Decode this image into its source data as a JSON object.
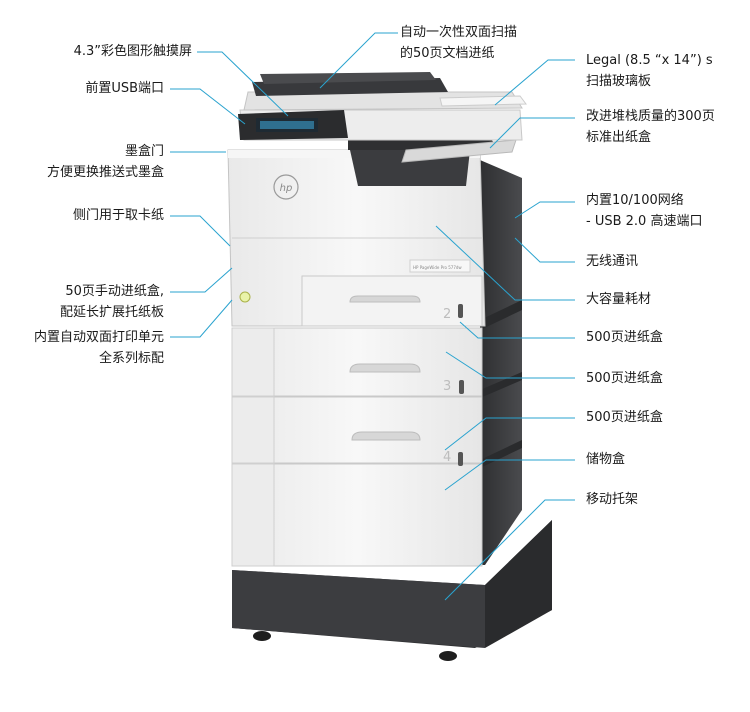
{
  "figure": {
    "model_text": "HP PageWide Pro 577dw",
    "tray_numbers": [
      "2",
      "3",
      "4"
    ]
  },
  "callouts_left": [
    {
      "lines": [
        "4.3”彩色图形触摸屏"
      ]
    },
    {
      "lines": [
        "前置USB端口"
      ]
    },
    {
      "lines": [
        "墨盒门",
        "方便更换推送式墨盒"
      ]
    },
    {
      "lines": [
        "侧门用于取卡纸"
      ]
    },
    {
      "lines": [
        "50页手动进纸盒,",
        "配延长扩展托纸板"
      ]
    },
    {
      "lines": [
        "内置自动双面打印单元",
        "全系列标配"
      ]
    }
  ],
  "callouts_right": [
    {
      "lines": [
        "自动一次性双面扫描",
        "的50页文档进纸"
      ]
    },
    {
      "lines": [
        "Legal (8.5 “x 14”) s",
        "扫描玻璃板"
      ]
    },
    {
      "lines": [
        "改进堆栈质量的300页",
        "标准出纸盒"
      ]
    },
    {
      "lines": [
        "内置10/100网络",
        "- USB 2.0 高速端口"
      ]
    },
    {
      "lines": [
        "无线通讯"
      ]
    },
    {
      "lines": [
        "大容量耗材"
      ]
    },
    {
      "lines": [
        "500页进纸盒"
      ]
    },
    {
      "lines": [
        "500页进纸盒"
      ]
    },
    {
      "lines": [
        "500页进纸盒"
      ]
    },
    {
      "lines": [
        "储物盒"
      ]
    },
    {
      "lines": [
        "移动托架"
      ]
    }
  ],
  "colors": {
    "leader": "#2aa3cf",
    "body_light": "#f1f1f1",
    "body_dark": "#3a3b3d"
  }
}
